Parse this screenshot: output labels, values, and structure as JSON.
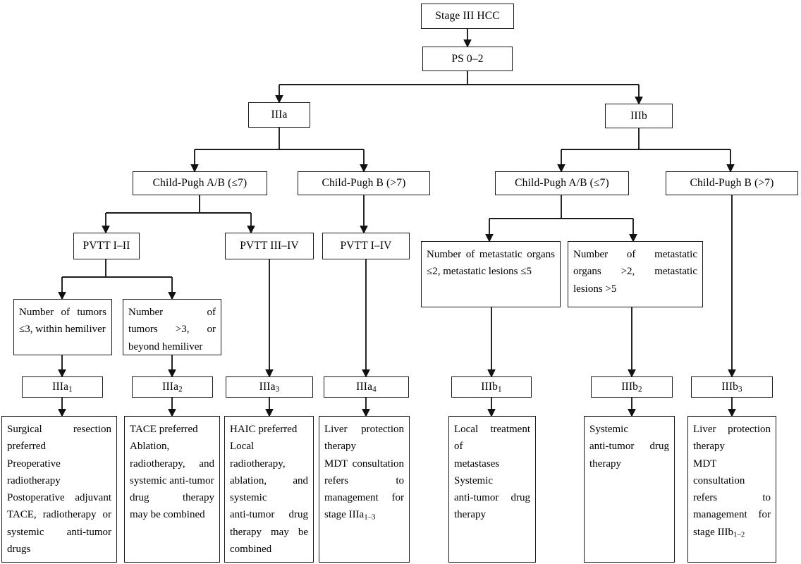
{
  "diagram": {
    "title": "Stage III HCC treatment algorithm flowchart",
    "stroke_color": "#1a1a1a",
    "background_color": "#ffffff"
  },
  "nodes": {
    "root": {
      "label": "Stage III HCC"
    },
    "ps": {
      "label": "PS 0–2"
    },
    "iiia": {
      "label": "IIIa"
    },
    "iiib": {
      "label": "IIIb"
    },
    "cp_a_left": {
      "label": "Child-Pugh A/B (≤7)"
    },
    "cp_b_left": {
      "label": "Child-Pugh B (>7)"
    },
    "cp_a_right": {
      "label": "Child-Pugh A/B (≤7)"
    },
    "cp_b_right": {
      "label": "Child-Pugh B (>7)"
    },
    "pvtt_1_2": {
      "label": "PVTT I–II"
    },
    "pvtt_3_4": {
      "label": "PVTT III–IV"
    },
    "pvtt_1_4": {
      "label": "PVTT I–IV"
    },
    "tumors_few": {
      "lines": [
        "Number of tumors",
        "≤3, within hemiliver"
      ]
    },
    "tumors_many": {
      "lines": [
        "Number of",
        "tumors >3, or",
        "beyond hemiliver"
      ]
    },
    "mets_few": {
      "lines": [
        "Number of metastatic organs",
        "≤2, metastatic lesions ≤5"
      ]
    },
    "mets_many": {
      "lines": [
        "Number of metastatic",
        "organs >2, metastatic",
        "lesions >5"
      ]
    },
    "stage_iiia1": {
      "label": "IIIa",
      "sub": "1"
    },
    "stage_iiia2": {
      "label": "IIIa",
      "sub": "2"
    },
    "stage_iiia3": {
      "label": "IIIa",
      "sub": "3"
    },
    "stage_iiia4": {
      "label": "IIIa",
      "sub": "4"
    },
    "stage_iiib1": {
      "label": "IIIb",
      "sub": "1"
    },
    "stage_iiib2": {
      "label": "IIIb",
      "sub": "2"
    },
    "stage_iiib3": {
      "label": "IIIb",
      "sub": "3"
    },
    "tx_iiia1": {
      "lines": [
        "Surgical resection",
        "preferred",
        "Preoperative",
        "radiotherapy",
        "Postoperative adjuvant",
        "TACE, radiotherapy or",
        "systemic anti-tumor",
        "drugs"
      ]
    },
    "tx_iiia2": {
      "lines": [
        "TACE preferred",
        "Ablation,",
        "radiotherapy, and",
        "systemic anti-tumor",
        "drug therapy",
        "may be combined"
      ]
    },
    "tx_iiia3": {
      "lines": [
        "HAIC preferred",
        "Local",
        "radiotherapy,",
        "ablation, and",
        "systemic",
        "anti-tumor drug",
        "therapy may be",
        "combined"
      ]
    },
    "tx_iiia4": {
      "lines": [
        "Liver protection",
        "therapy",
        "MDT consultation",
        "refers to",
        "management for",
        "stage IIIa"
      ],
      "tail_sub": "1–3"
    },
    "tx_iiib1": {
      "lines": [
        "Local treatment of",
        "metastases",
        "Systemic",
        "anti-tumor drug",
        "therapy"
      ]
    },
    "tx_iiib2": {
      "lines": [
        "Systemic",
        "anti-tumor drug",
        "therapy"
      ]
    },
    "tx_iiib3": {
      "lines": [
        "Liver protection",
        "therapy",
        "MDT consultation",
        "refers to",
        "management for",
        "stage IIIb"
      ],
      "tail_sub": "1–2"
    }
  }
}
